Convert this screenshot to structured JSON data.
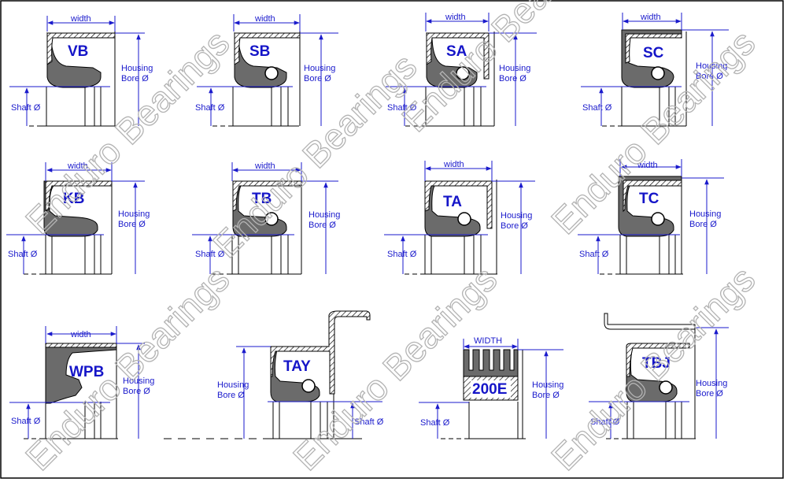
{
  "colors": {
    "dimension": "#1a1acc",
    "rubber": "#6b6b6b",
    "outline": "#000000",
    "watermark": "#b3b3b3"
  },
  "labels": {
    "width": "width",
    "width_caps": "WIDTH",
    "housing_1": "Housing",
    "housing_2": "Bore Ø",
    "shaft": "Shaft Ø"
  },
  "seals": [
    {
      "code": "VB"
    },
    {
      "code": "SB"
    },
    {
      "code": "SA"
    },
    {
      "code": "SC"
    },
    {
      "code": "KB"
    },
    {
      "code": "TB"
    },
    {
      "code": "TA"
    },
    {
      "code": "TC"
    },
    {
      "code": "WPB"
    },
    {
      "code": "TAY"
    },
    {
      "code": "200E"
    },
    {
      "code": "TBJ"
    }
  ],
  "watermark": "Enduro Bearings"
}
